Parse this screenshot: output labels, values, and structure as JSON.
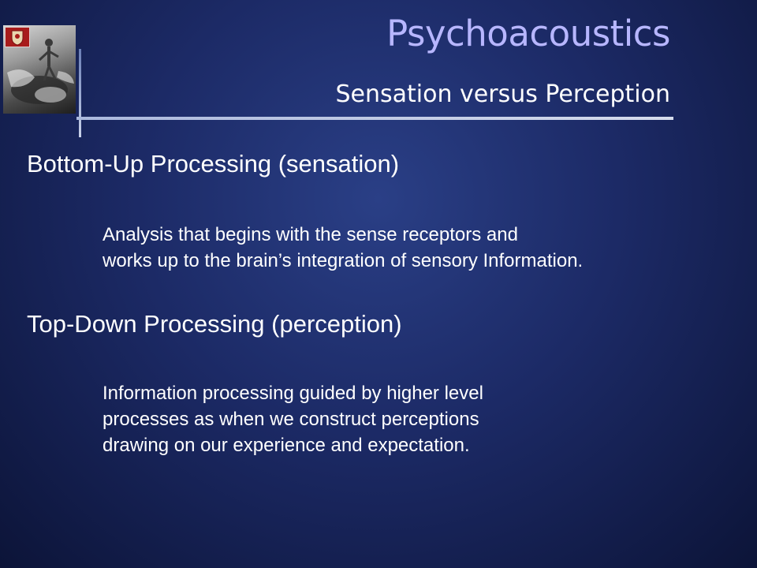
{
  "slide": {
    "title": "Psychoacoustics",
    "subtitle": "Sensation versus Perception",
    "sections": [
      {
        "heading": "Bottom-Up Processing (sensation)",
        "lines": [
          "Analysis that begins with the sense receptors and",
          "works up to the brain’s integration of sensory Information."
        ]
      },
      {
        "heading": "Top-Down Processing (perception)",
        "lines": [
          "Information processing guided by higher level",
          "processes as when we construct perceptions",
          "drawing on our experience and expectation."
        ]
      }
    ]
  },
  "colors": {
    "background": "#1c2a66",
    "title": "#b7b6ff",
    "text": "#ffffff",
    "shield": "#a81c1c"
  },
  "icons": {
    "logo": "grayscale-photo-figure-icon",
    "shield": "university-shield-icon"
  }
}
